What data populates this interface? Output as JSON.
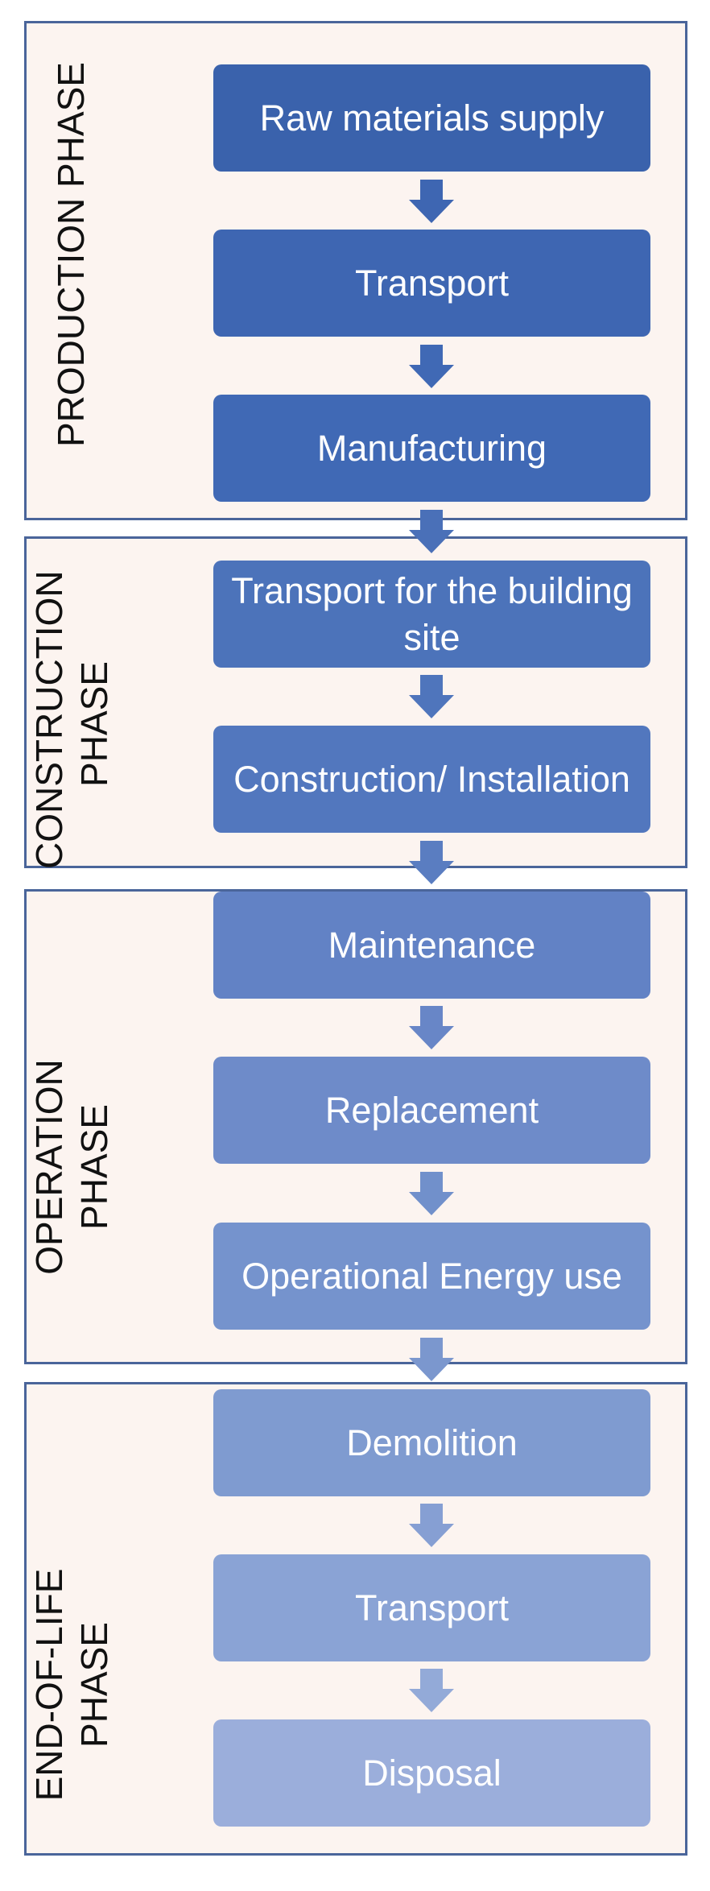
{
  "colors": {
    "phase_bg": "#fcf4f0",
    "phase_border": "#4a659a",
    "step_colors": [
      "#3a62ac",
      "#3e66b2",
      "#4069b5",
      "#4c73ba",
      "#5277be",
      "#6282c5",
      "#6e8bc9",
      "#7593cd",
      "#7f9bd0",
      "#8aa3d5",
      "#93aad8",
      "#9baedb"
    ]
  },
  "phases": [
    {
      "label": "PRODUCTION PHASE",
      "steps": [
        "Raw materials supply",
        "Transport",
        "Manufacturing"
      ]
    },
    {
      "label": "CONSTRUCTION PHASE",
      "steps": [
        "Transport for the building site",
        "Construction/ Installation"
      ]
    },
    {
      "label": "OPERATION PHASE",
      "steps": [
        "Maintenance",
        "Replacement",
        "Operational Energy use"
      ]
    },
    {
      "label": "END-OF-LIFE PHASE",
      "steps": [
        "Demolition",
        "Transport",
        "Disposal"
      ]
    }
  ]
}
